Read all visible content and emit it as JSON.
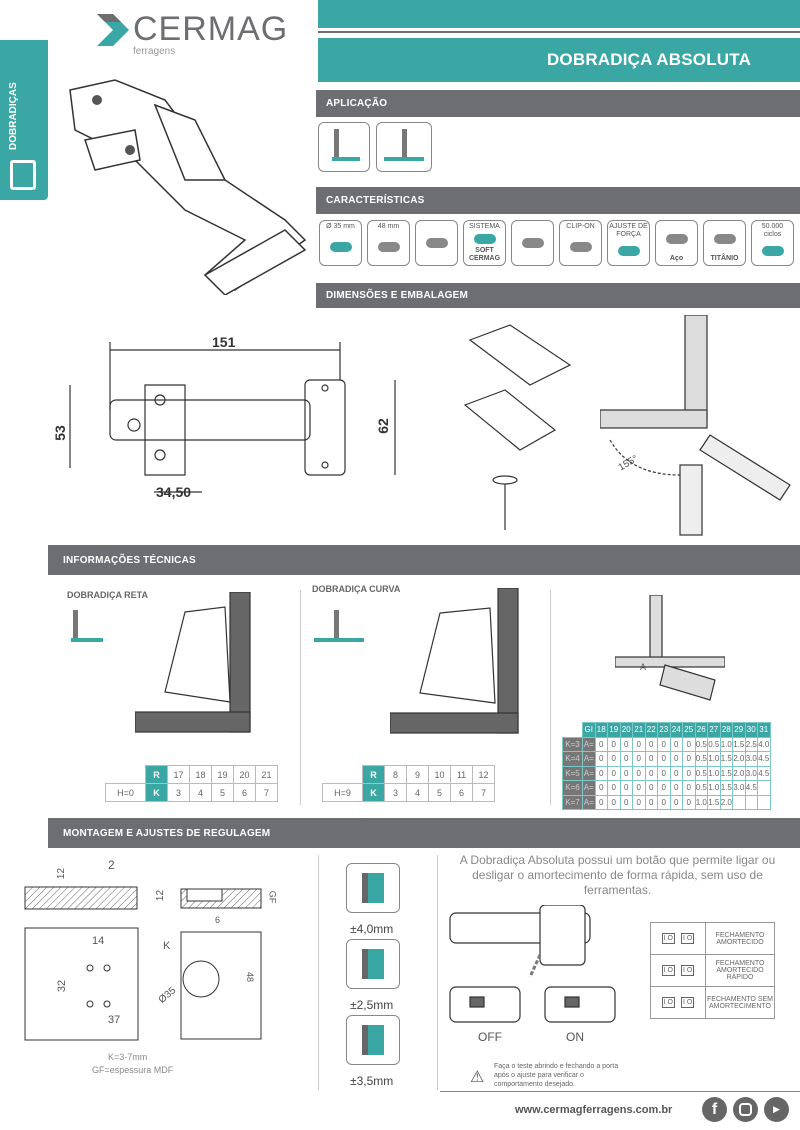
{
  "brand": {
    "name": "CERMAG",
    "sub": "ferragens"
  },
  "side_tab": "DOBRADIÇAS",
  "title": "DOBRADIÇA ABSOLUTA",
  "sections": {
    "aplicacao": "APLICAÇÃO",
    "caracteristicas": "CARACTERÍSTICAS",
    "dimensoes": "DIMENSÕES E EMBALAGEM",
    "info": "INFORMAÇÕES TÉCNICAS",
    "montagem": "MONTAGEM E AJUSTES DE REGULAGEM"
  },
  "features": [
    {
      "top": "Ø 35 mm",
      "bottom": ""
    },
    {
      "top": "48 mm",
      "bottom": ""
    },
    {
      "top": "",
      "bottom": ""
    },
    {
      "top": "SISTEMA",
      "bottom": "SOFT CERMAG"
    },
    {
      "top": "",
      "bottom": ""
    },
    {
      "top": "CLIP-ON",
      "bottom": ""
    },
    {
      "top": "AJUSTE DE FORÇA",
      "bottom": ""
    },
    {
      "top": "",
      "bottom": "Aço"
    },
    {
      "top": "",
      "bottom": "TITÂNIO"
    },
    {
      "top": "50.000 ciclos",
      "bottom": ""
    }
  ],
  "dimensions": {
    "width": "151",
    "height_left": "53",
    "height_right": "62",
    "cup_offset": "34,50",
    "angle": "155°"
  },
  "reta": {
    "label": "DOBRADIÇA RETA",
    "r_label": "R",
    "k_label": "K",
    "h": "H=0",
    "r": [
      "17",
      "18",
      "19",
      "20",
      "21"
    ],
    "k": [
      "3",
      "4",
      "5",
      "6",
      "7"
    ]
  },
  "curva": {
    "label": "DOBRADIÇA CURVA",
    "r_label": "R",
    "k_label": "K",
    "h": "H=9",
    "r": [
      "8",
      "9",
      "10",
      "11",
      "12"
    ],
    "k": [
      "3",
      "4",
      "5",
      "6",
      "7"
    ]
  },
  "a_table": {
    "gi": "GI",
    "marker": "A",
    "cols": [
      "18",
      "19",
      "20",
      "21",
      "22",
      "23",
      "24",
      "25",
      "26",
      "27",
      "28",
      "29",
      "30",
      "31"
    ],
    "rows": [
      {
        "k": "K=3",
        "a": "A=",
        "v": [
          "0",
          "0",
          "0",
          "0",
          "0",
          "0",
          "0",
          "0",
          "0.5",
          "0.5",
          "1.0",
          "1.5",
          "2.5",
          "4.0"
        ]
      },
      {
        "k": "K=4",
        "a": "A=",
        "v": [
          "0",
          "0",
          "0",
          "0",
          "0",
          "0",
          "0",
          "0",
          "0.5",
          "1.0",
          "1.5",
          "2.0",
          "3.0",
          "4.5"
        ]
      },
      {
        "k": "K=5",
        "a": "A=",
        "v": [
          "0",
          "0",
          "0",
          "0",
          "0",
          "0",
          "0",
          "0",
          "0.5",
          "1.0",
          "1.5",
          "2.0",
          "3.0",
          "4.5"
        ]
      },
      {
        "k": "K=6",
        "a": "A=",
        "v": [
          "0",
          "0",
          "0",
          "0",
          "0",
          "0",
          "0",
          "0",
          "0.5",
          "1.0",
          "1.5",
          "3.0",
          "4.5",
          ""
        ]
      },
      {
        "k": "K=7",
        "a": "A=",
        "v": [
          "0",
          "0",
          "0",
          "0",
          "0",
          "0",
          "0",
          "0",
          "1.0",
          "1.5",
          "2.0",
          "",
          "",
          ""
        ]
      }
    ]
  },
  "drill": {
    "d1": "12",
    "d2": "2",
    "d3": "12",
    "gf": "GF",
    "d4": "6",
    "k": "K",
    "d5": "14",
    "d6": "32",
    "d7": "37",
    "d8": "Ø35",
    "d9": "48",
    "note1": "K=3-7mm",
    "note2": "GF=espessura MDF"
  },
  "adjust": [
    "±4,0mm",
    "±2,5mm",
    "±3,5mm"
  ],
  "description": "A Dobradiça Absoluta possui um botão que permite ligar ou desligar o amortecimento de forma rápida, sem uso de ferramentas.",
  "off": "OFF",
  "on": "ON",
  "modes": [
    "FECHAMENTO AMORTECIDO",
    "FECHAMENTO AMORTECIDO RÁPIDO",
    "FECHAMENTO SEM AMORTECIMENTO"
  ],
  "switch_label": "I O",
  "warning": "Faça o teste abrindo e fechando a porta após o ajuste para verificar o comportamento desejado.",
  "website": "www.cermagferragens.com.br",
  "colors": {
    "teal": "#3aa7a5",
    "gray": "#6d6e71"
  }
}
